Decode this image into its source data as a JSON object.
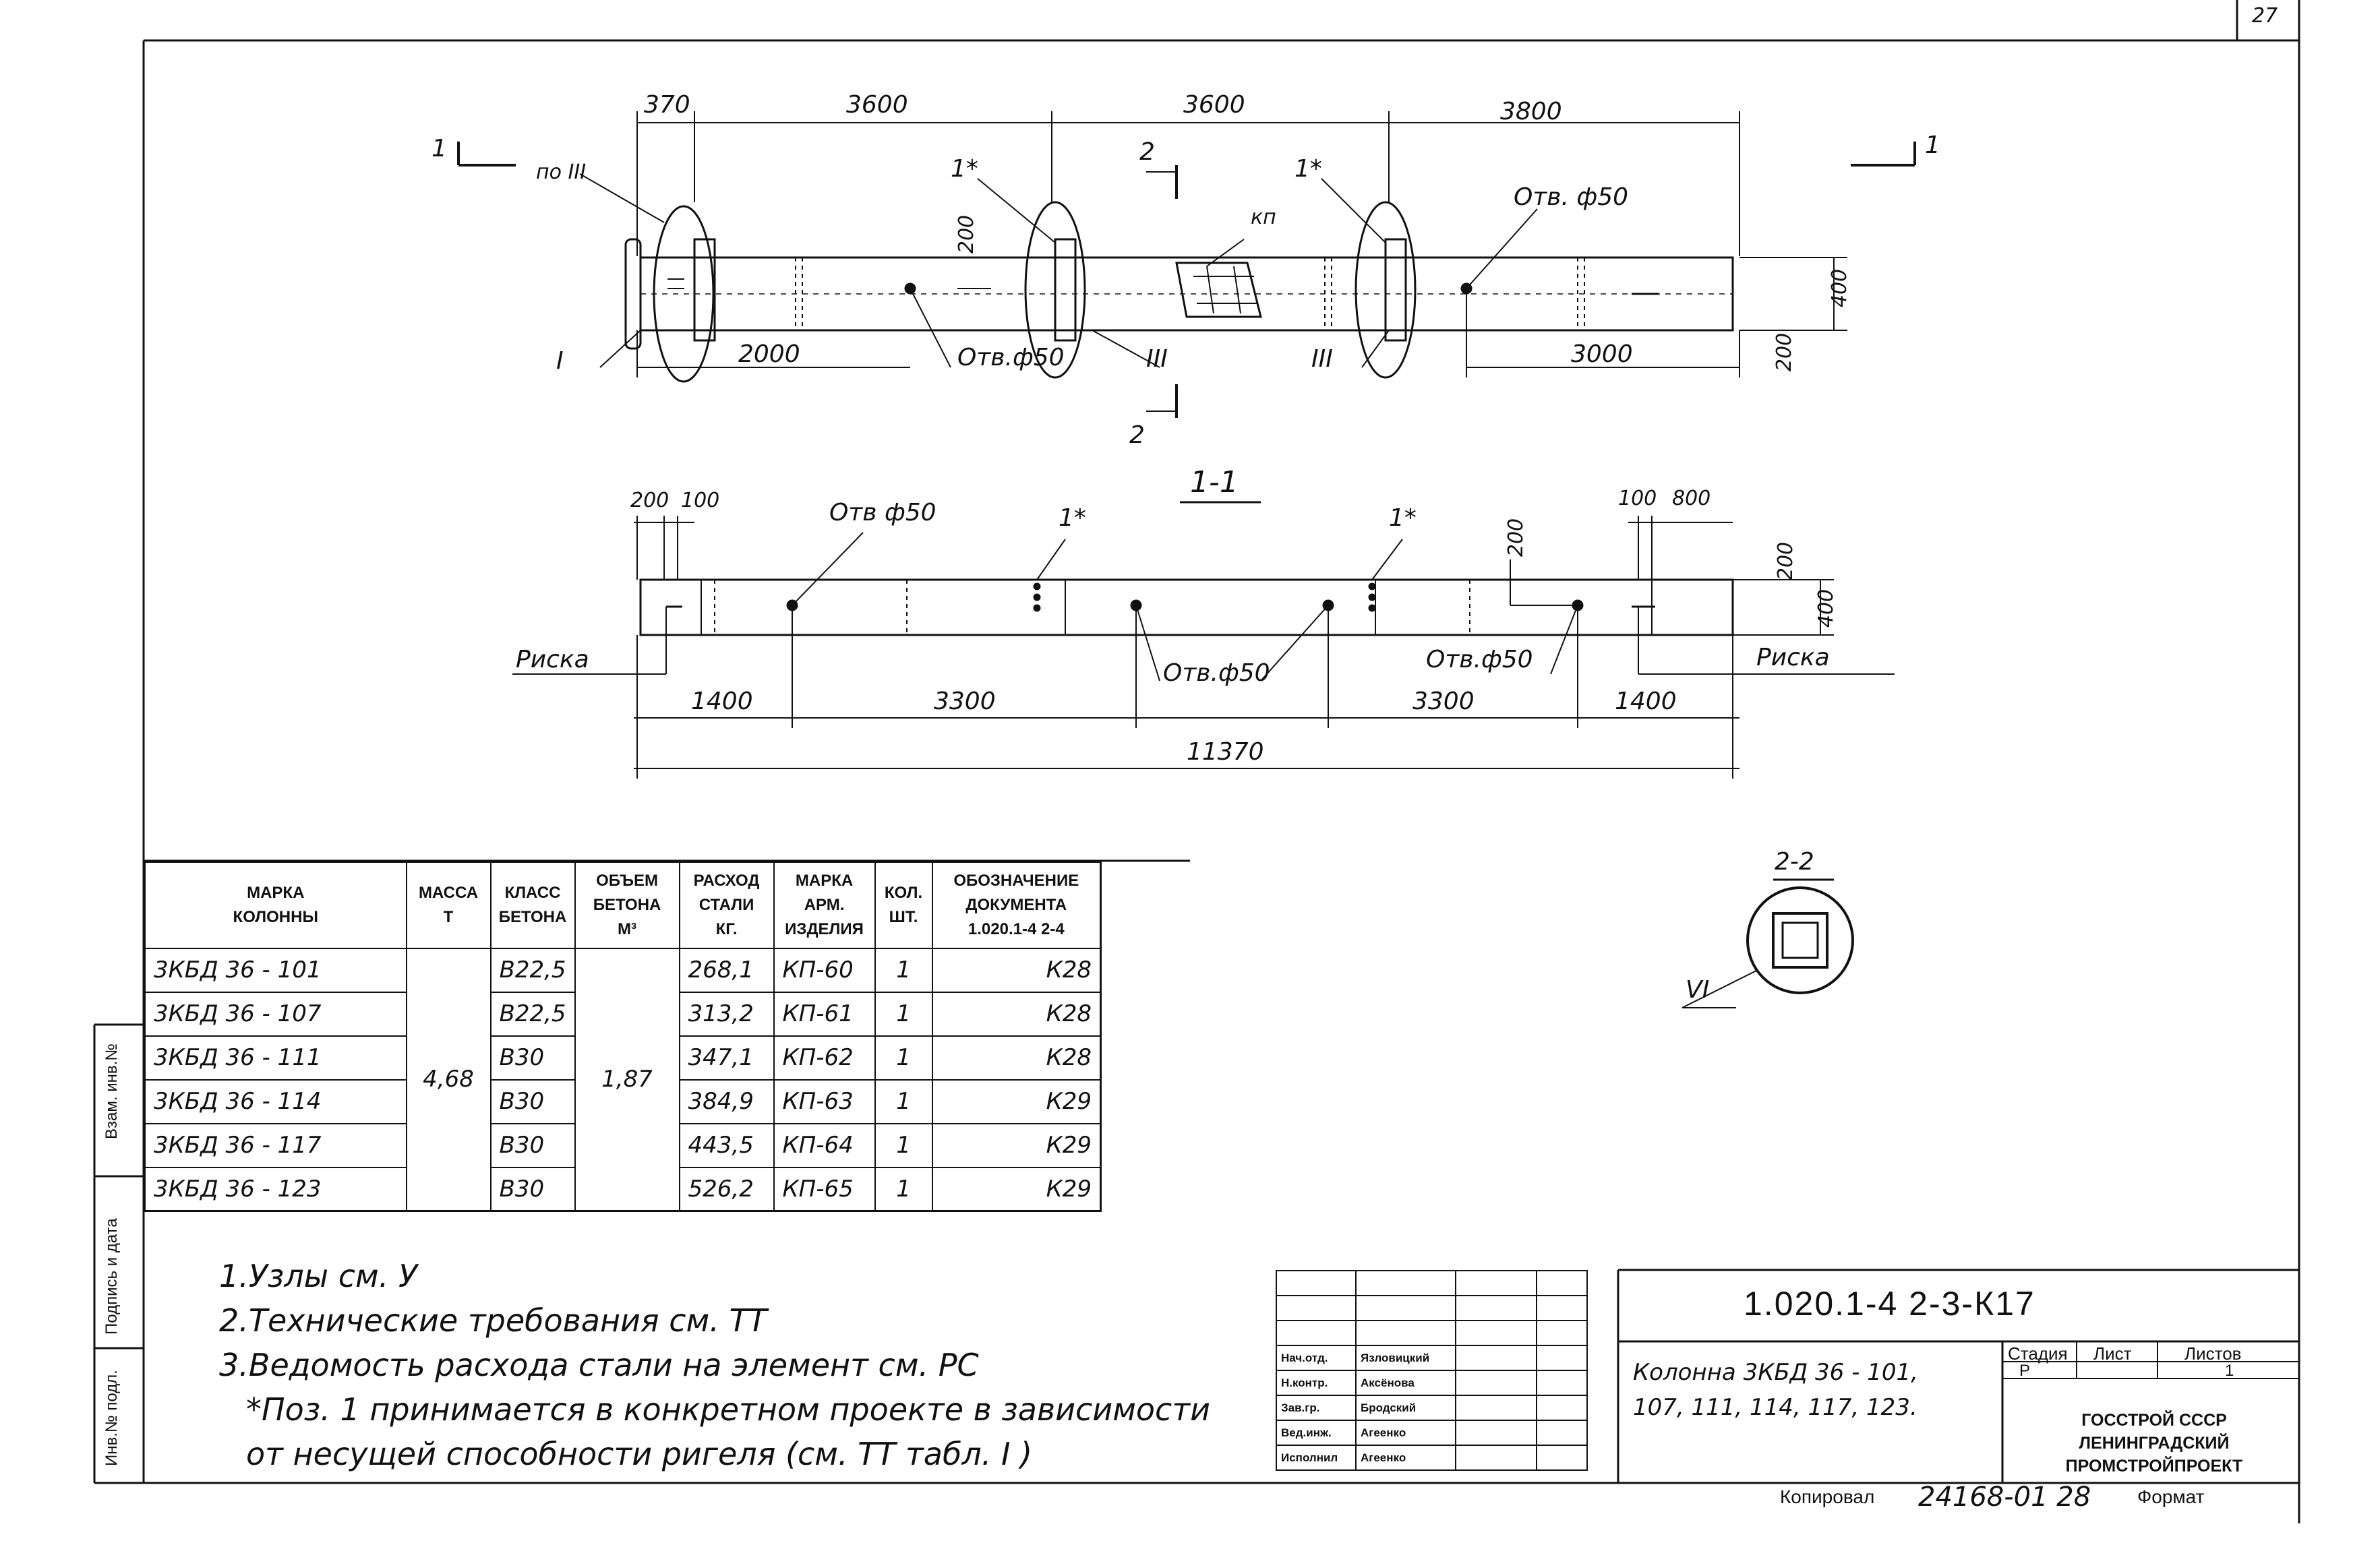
{
  "page_number": "27",
  "plan_view": {
    "dims_top": [
      "370",
      "3600",
      "3600",
      "3800"
    ],
    "section_markers": {
      "left": "1",
      "right": "1",
      "top": "2",
      "bottom": "2"
    },
    "callouts": {
      "po_iii": "по III",
      "star_1a": "1*",
      "star_1b": "1*",
      "kp": "кп",
      "hole_right": "Отв. ф50",
      "hole_left": "Отв.ф50",
      "node_i": "I",
      "node_iii_a": "III",
      "node_iii_b": "III"
    },
    "dims_misc": {
      "d200_mid": "200",
      "d400_end": "400",
      "d200_end": "200"
    },
    "dims_bottom": [
      "2000",
      "3000"
    ]
  },
  "section_1_1": {
    "title": "1-1",
    "dims_top_left": [
      "200",
      "100"
    ],
    "dims_top_right": [
      "100",
      "800"
    ],
    "callouts": {
      "hole_top": "Отв ф50",
      "star_a": "1*",
      "star_b": "1*",
      "hole_mid": "Отв.ф50",
      "hole_right": "Отв.ф50",
      "risk_left": "Риска",
      "risk_right": "Риска"
    },
    "dims_side": {
      "d200_a": "200",
      "d200_b": "200",
      "d400": "400"
    },
    "dims_bottom": [
      "1400",
      "3300",
      "3300",
      "1400"
    ],
    "total": "11370"
  },
  "section_2_2": {
    "title": "2-2",
    "node": "VI"
  },
  "table": {
    "headers": {
      "mark": [
        "МАРКА",
        "КОЛОННЫ"
      ],
      "mass": [
        "МАССА",
        "Т"
      ],
      "concrete_class": [
        "КЛАСС",
        "БЕТОНА"
      ],
      "volume": [
        "ОБЪЕМ",
        "БЕТОНА",
        "М³"
      ],
      "steel": [
        "РАСХОД",
        "СТАЛИ",
        "КГ."
      ],
      "product": [
        "МАРКА",
        "АРМ.",
        "ИЗДЕЛИЯ"
      ],
      "qty": [
        "КОЛ.",
        "ШТ."
      ],
      "doc": [
        "ОБОЗНАЧЕНИЕ",
        "ДОКУМЕНТА",
        "1.020.1-4  2-4"
      ]
    },
    "mass_merged": "4,68",
    "volume_merged": "1,87",
    "rows": [
      {
        "mark": "3КБД 36 -  101",
        "concrete": "В22,5",
        "steel": "268,1",
        "product": "КП-60",
        "qty": "1",
        "doc": "К28"
      },
      {
        "mark": "3КБД 36 -  107",
        "concrete": "В22,5",
        "steel": "313,2",
        "product": "КП-61",
        "qty": "1",
        "doc": "К28"
      },
      {
        "mark": "3КБД 36 -  111",
        "concrete": "В30",
        "steel": "347,1",
        "product": "КП-62",
        "qty": "1",
        "doc": "К28"
      },
      {
        "mark": "3КБД 36 -  114",
        "concrete": "В30",
        "steel": "384,9",
        "product": "КП-63",
        "qty": "1",
        "doc": "К29"
      },
      {
        "mark": "3КБД 36 -  117",
        "concrete": "В30",
        "steel": "443,5",
        "product": "КП-64",
        "qty": "1",
        "doc": "К29"
      },
      {
        "mark": "3КБД 36 -  123",
        "concrete": "В30",
        "steel": "526,2",
        "product": "КП-65",
        "qty": "1",
        "doc": "К29"
      }
    ]
  },
  "notes": [
    "1.Узлы см. У",
    "2.Технические требования  см. ТТ",
    "3.Ведомость расхода стали на элемент  см. РС",
    "*Поз. 1 принимается в конкретном проекте в зависимости",
    "от несущей способности ригеля (см. ТТ табл. I  )"
  ],
  "stamp": {
    "code": "1.020.1-4     2-3-К17",
    "roles": [
      "Нач.отд.",
      "Н.контр.",
      "Зав.гр.",
      "Вед.инж.",
      "Исполнил"
    ],
    "names": [
      "Язловицкий",
      "Аксёнова",
      "Бродский",
      "Агеенко",
      "Агеенко"
    ],
    "title_lines": [
      "Колонна 3КБД 36 - 101,",
      "107, 111, 114, 117, 123."
    ],
    "stage_headers": [
      "Стадия",
      "Лист",
      "Листов"
    ],
    "stage_values": [
      "Р",
      "",
      "1"
    ],
    "org": [
      "ГОССТРОЙ СССР",
      "ЛЕНИНГРАДСКИЙ",
      "ПРОМСТРОЙПРОЕКТ"
    ]
  },
  "margin_labels": [
    "Взам. инв.№",
    "Подпись и дата",
    "Инв.№ подл."
  ],
  "footer": {
    "copied": "Копировал",
    "number": "24168-01  28",
    "format": "Формат"
  }
}
